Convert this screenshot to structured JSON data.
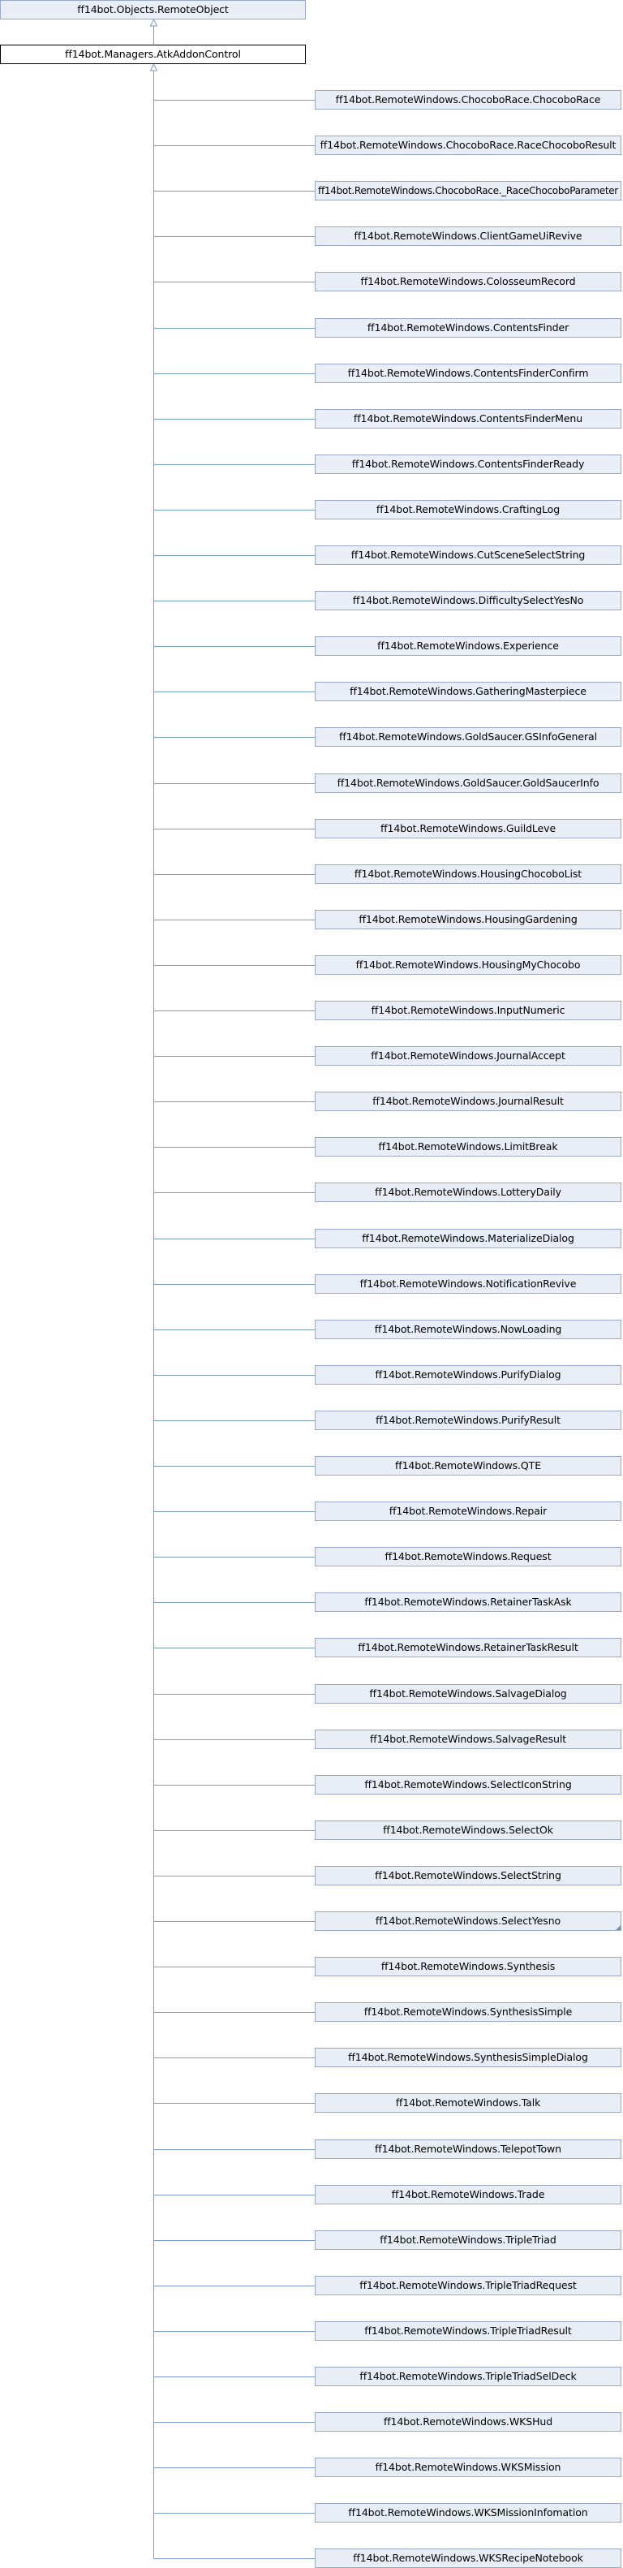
{
  "base_class": "ff14bot.Objects.RemoteObject",
  "current_class": "ff14bot.Managers.AtkAddonControl",
  "derived_classes": [
    "ff14bot.RemoteWindows.ChocoboRace.ChocoboRace",
    "ff14bot.RemoteWindows.ChocoboRace.RaceChocoboResult",
    "ff14bot.RemoteWindows.ChocoboRace._RaceChocoboParameter",
    "ff14bot.RemoteWindows.ClientGameUiRevive",
    "ff14bot.RemoteWindows.ColosseumRecord",
    "ff14bot.RemoteWindows.ContentsFinder",
    "ff14bot.RemoteWindows.ContentsFinderConfirm",
    "ff14bot.RemoteWindows.ContentsFinderMenu",
    "ff14bot.RemoteWindows.ContentsFinderReady",
    "ff14bot.RemoteWindows.CraftingLog",
    "ff14bot.RemoteWindows.CutSceneSelectString",
    "ff14bot.RemoteWindows.DifficultySelectYesNo",
    "ff14bot.RemoteWindows.Experience",
    "ff14bot.RemoteWindows.GatheringMasterpiece",
    "ff14bot.RemoteWindows.GoldSaucer.GSInfoGeneral",
    "ff14bot.RemoteWindows.GoldSaucer.GoldSaucerInfo",
    "ff14bot.RemoteWindows.GuildLeve",
    "ff14bot.RemoteWindows.HousingChocoboList",
    "ff14bot.RemoteWindows.HousingGardening",
    "ff14bot.RemoteWindows.HousingMyChocobo",
    "ff14bot.RemoteWindows.InputNumeric",
    "ff14bot.RemoteWindows.JournalAccept",
    "ff14bot.RemoteWindows.JournalResult",
    "ff14bot.RemoteWindows.LimitBreak",
    "ff14bot.RemoteWindows.LotteryDaily",
    "ff14bot.RemoteWindows.MaterializeDialog",
    "ff14bot.RemoteWindows.NotificationRevive",
    "ff14bot.RemoteWindows.NowLoading",
    "ff14bot.RemoteWindows.PurifyDialog",
    "ff14bot.RemoteWindows.PurifyResult",
    "ff14bot.RemoteWindows.QTE",
    "ff14bot.RemoteWindows.Repair",
    "ff14bot.RemoteWindows.Request",
    "ff14bot.RemoteWindows.RetainerTaskAsk",
    "ff14bot.RemoteWindows.RetainerTaskResult",
    "ff14bot.RemoteWindows.SalvageDialog",
    "ff14bot.RemoteWindows.SalvageResult",
    "ff14bot.RemoteWindows.SelectIconString",
    "ff14bot.RemoteWindows.SelectOk",
    "ff14bot.RemoteWindows.SelectString",
    "ff14bot.RemoteWindows.SelectYesno",
    "ff14bot.RemoteWindows.Synthesis",
    "ff14bot.RemoteWindows.SynthesisSimple",
    "ff14bot.RemoteWindows.SynthesisSimpleDialog",
    "ff14bot.RemoteWindows.Talk",
    "ff14bot.RemoteWindows.TelepotTown",
    "ff14bot.RemoteWindows.Trade",
    "ff14bot.RemoteWindows.TripleTriad",
    "ff14bot.RemoteWindows.TripleTriadRequest",
    "ff14bot.RemoteWindows.TripleTriadResult",
    "ff14bot.RemoteWindows.TripleTriadSelDeck",
    "ff14bot.RemoteWindows.WKSHud",
    "ff14bot.RemoteWindows.WKSMission",
    "ff14bot.RemoteWindows.WKSMissionInfomation",
    "ff14bot.RemoteWindows.WKSRecipeNotebook"
  ],
  "folded_class": "ff14bot.RemoteWindows.SelectYesno",
  "colors": {
    "node_fill": "#e8edf6",
    "node_border": "#9aa9c8",
    "connector": "#7a9ad2",
    "current_border": "#000000"
  }
}
